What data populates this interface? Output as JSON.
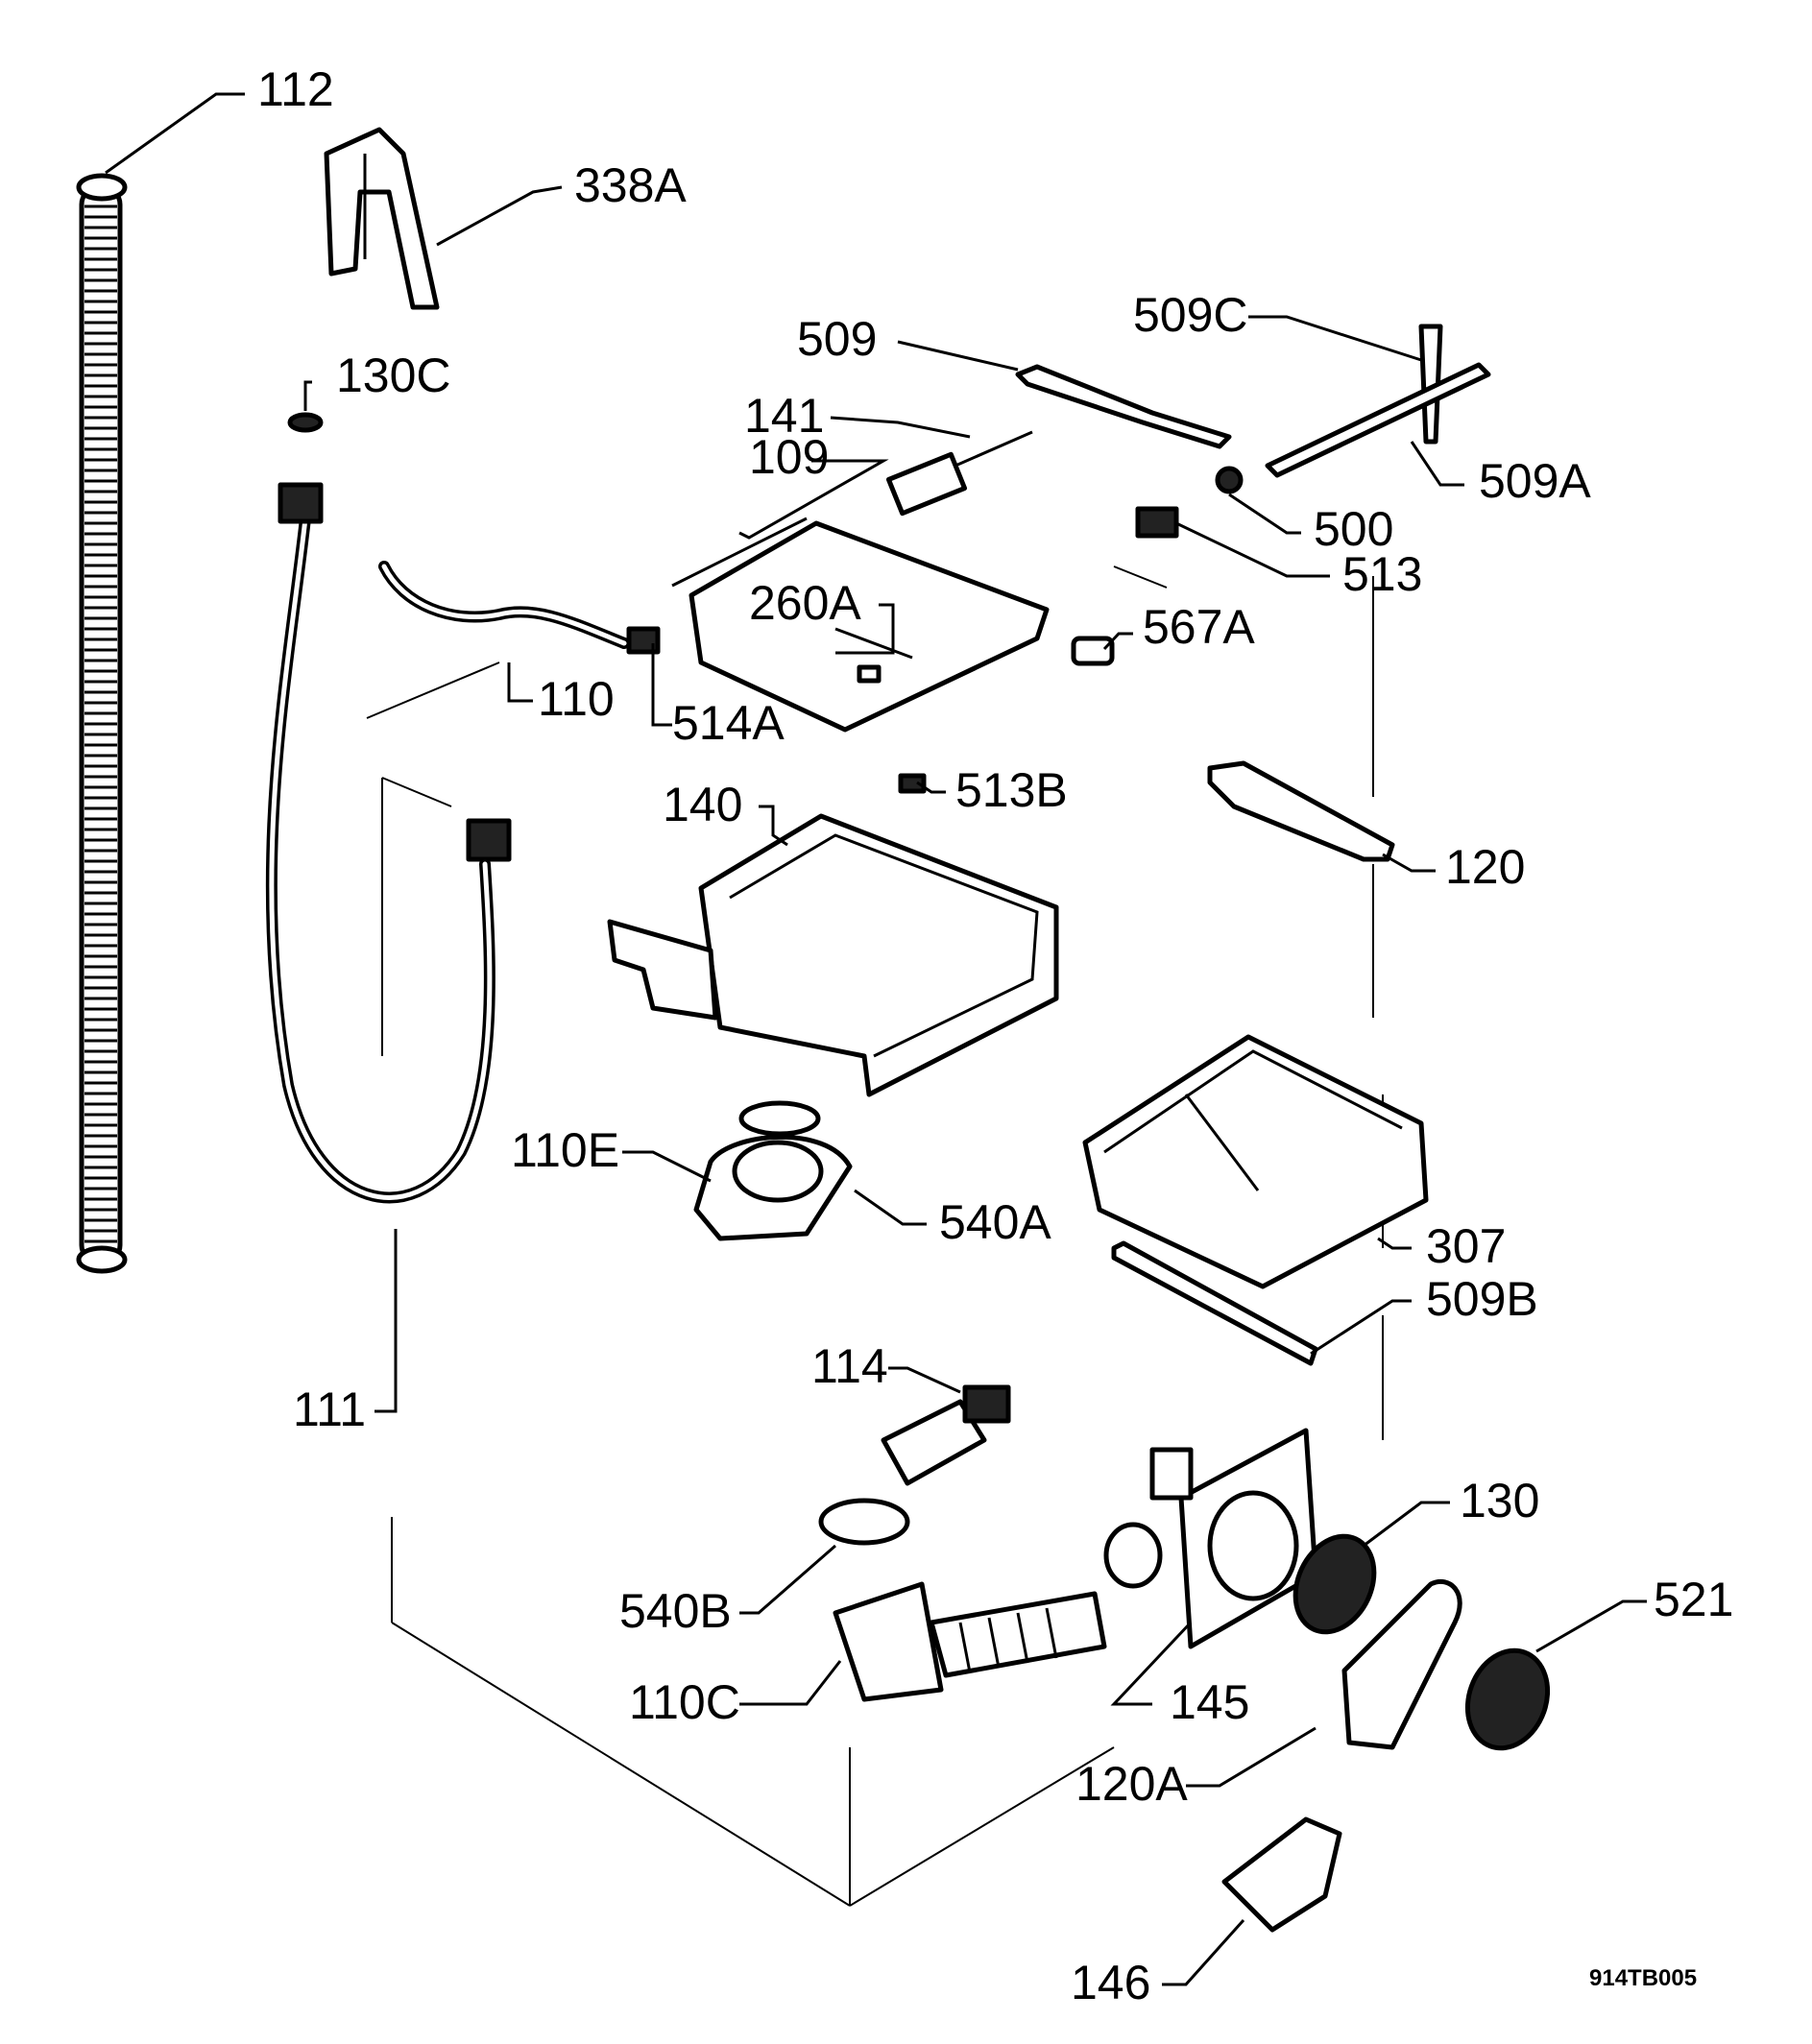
{
  "diagram": {
    "drawing_code": "914TB005",
    "parts": [
      {
        "id": "p112",
        "label": "112"
      },
      {
        "id": "p338A",
        "label": "338A"
      },
      {
        "id": "p130C",
        "label": "130C"
      },
      {
        "id": "p509",
        "label": "509"
      },
      {
        "id": "p509C",
        "label": "509C"
      },
      {
        "id": "p141",
        "label": "141"
      },
      {
        "id": "p109",
        "label": "109"
      },
      {
        "id": "p509A",
        "label": "509A"
      },
      {
        "id": "p500",
        "label": "500"
      },
      {
        "id": "p513",
        "label": "513"
      },
      {
        "id": "p260A",
        "label": "260A"
      },
      {
        "id": "p567A",
        "label": "567A"
      },
      {
        "id": "p110",
        "label": "110"
      },
      {
        "id": "p514A",
        "label": "514A"
      },
      {
        "id": "p513B",
        "label": "513B"
      },
      {
        "id": "p140",
        "label": "140"
      },
      {
        "id": "p120",
        "label": "120"
      },
      {
        "id": "p110E",
        "label": "110E"
      },
      {
        "id": "p540A",
        "label": "540A"
      },
      {
        "id": "p307",
        "label": "307"
      },
      {
        "id": "p509B",
        "label": "509B"
      },
      {
        "id": "p114",
        "label": "114"
      },
      {
        "id": "p111",
        "label": "111"
      },
      {
        "id": "p130",
        "label": "130"
      },
      {
        "id": "p521",
        "label": "521"
      },
      {
        "id": "p540B",
        "label": "540B"
      },
      {
        "id": "p110C",
        "label": "110C"
      },
      {
        "id": "p145",
        "label": "145"
      },
      {
        "id": "p120A",
        "label": "120A"
      },
      {
        "id": "p146",
        "label": "146"
      }
    ]
  }
}
